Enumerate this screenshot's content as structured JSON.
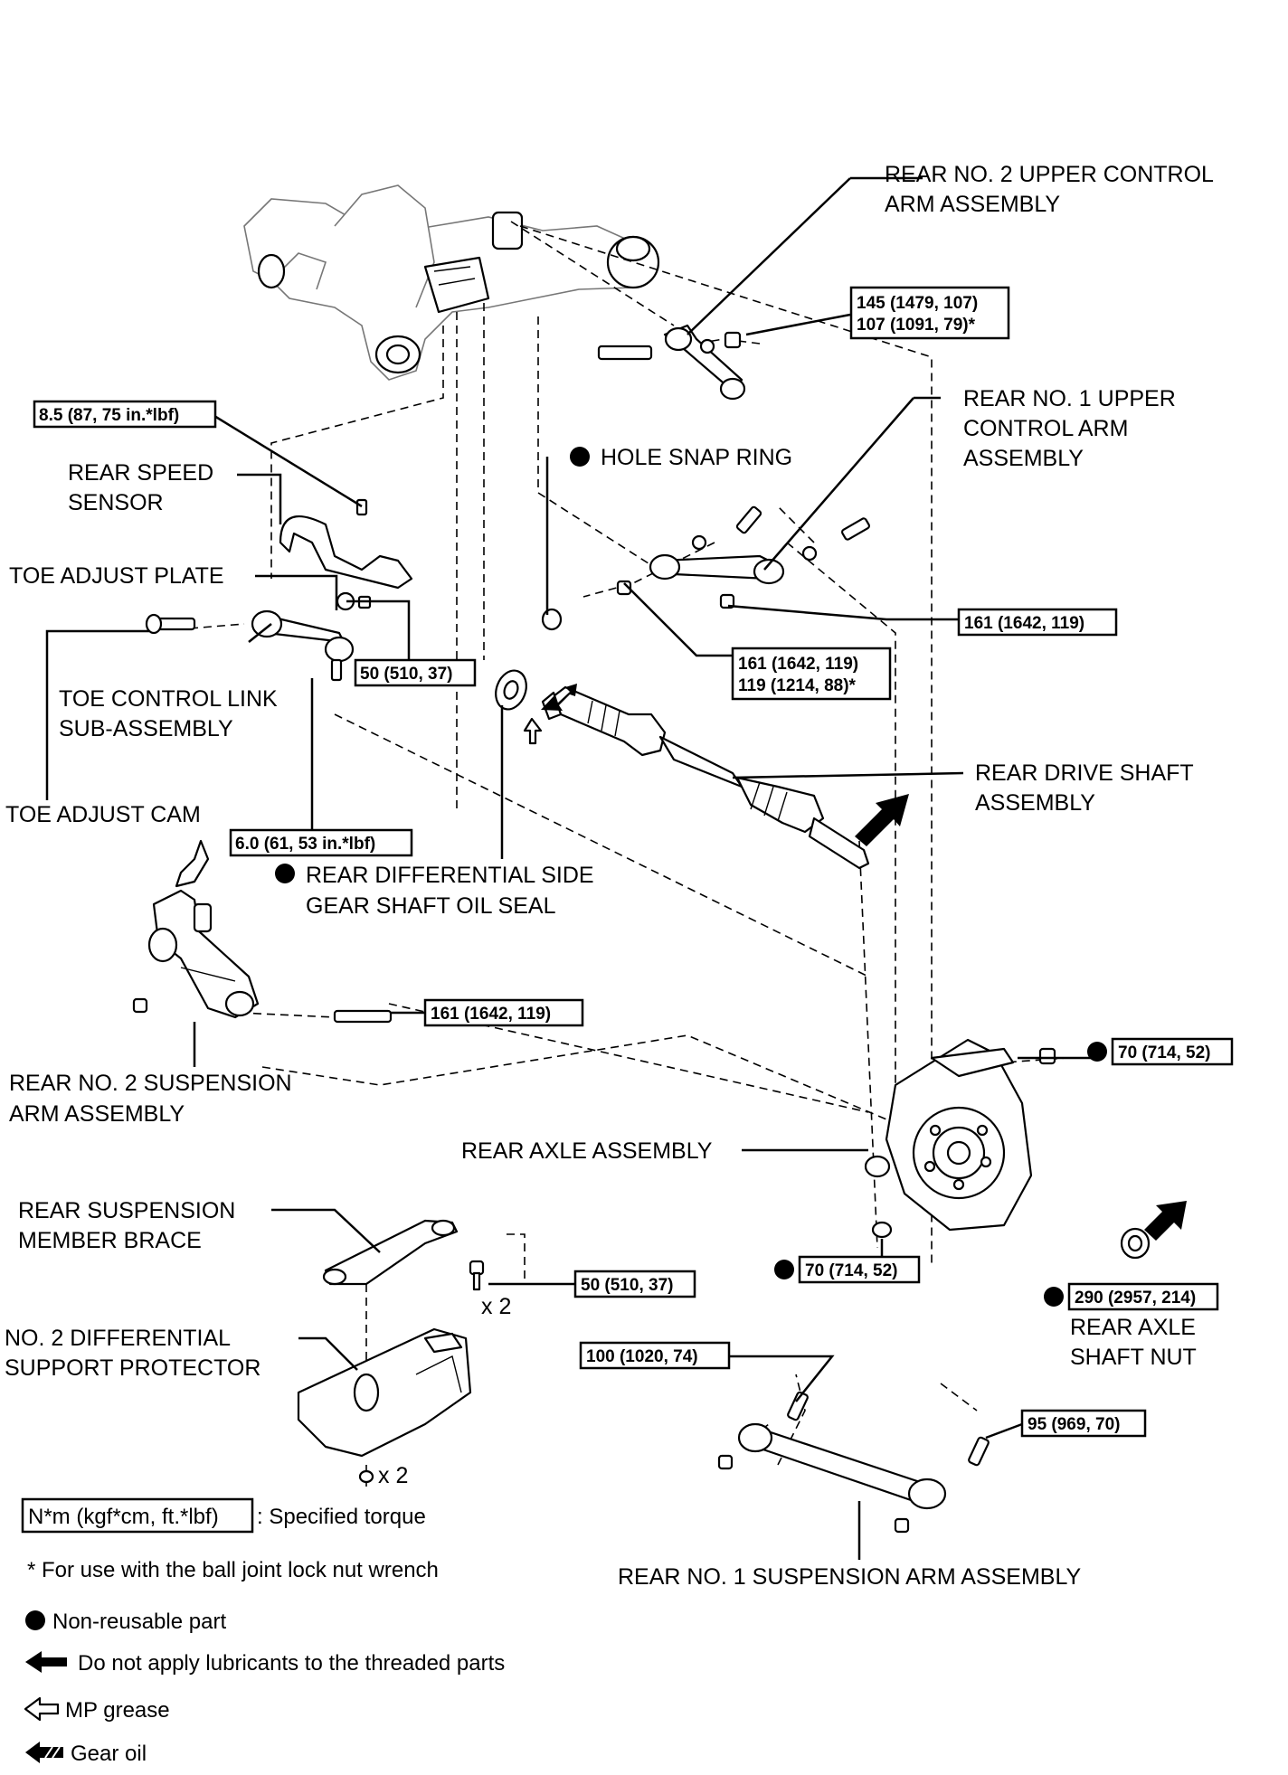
{
  "labels": {
    "upper_arm_2": [
      "REAR NO. 2 UPPER CONTROL",
      "ARM ASSEMBLY"
    ],
    "upper_arm_1": [
      "REAR NO. 1 UPPER",
      "CONTROL ARM",
      "ASSEMBLY"
    ],
    "hole_snap_ring": "HOLE SNAP RING",
    "speed_sensor": [
      "REAR SPEED",
      "SENSOR"
    ],
    "toe_plate": "TOE ADJUST PLATE",
    "toe_link": [
      "TOE CONTROL LINK",
      "SUB-ASSEMBLY"
    ],
    "toe_cam": "TOE ADJUST CAM",
    "oil_seal": [
      "REAR DIFFERENTIAL SIDE",
      "GEAR SHAFT OIL SEAL"
    ],
    "drive_shaft": [
      "REAR DRIVE SHAFT",
      "ASSEMBLY"
    ],
    "susp_arm_2": [
      "REAR NO. 2 SUSPENSION",
      "ARM ASSEMBLY"
    ],
    "axle_assembly": "REAR AXLE ASSEMBLY",
    "member_brace": [
      "REAR SUSPENSION",
      "MEMBER BRACE"
    ],
    "diff_protector": [
      "NO. 2 DIFFERENTIAL",
      "SUPPORT PROTECTOR"
    ],
    "axle_nut": [
      "REAR AXLE",
      "SHAFT NUT"
    ],
    "susp_arm_1": "REAR NO. 1 SUSPENSION ARM ASSEMBLY",
    "x2_brace": "x 2",
    "x2_protector": "x 2"
  },
  "torques": {
    "t145": [
      "145 (1479, 107)",
      "107 (1091, 79)*"
    ],
    "t85": "8.5 (87, 75 in.*lbf)",
    "t161a": "161 (1642, 119)",
    "t161b": [
      "161 (1642, 119)",
      "119 (1214, 88)*"
    ],
    "t50a": "50 (510, 37)",
    "t60": "6.0 (61, 53 in.*lbf)",
    "t161c": "161 (1642, 119)",
    "t70a": "70 (714, 52)",
    "t70b": "70 (714, 52)",
    "t50b": "50 (510, 37)",
    "t290": "290 (2957, 214)",
    "t100": "100 (1020, 74)",
    "t95": "95 (969, 70)"
  },
  "legend": {
    "torque_box": "N*m (kgf*cm, ft.*lbf)",
    "torque_text": ": Specified torque",
    "ball_joint": "* For use with the ball joint lock nut wrench",
    "non_reusable": "Non-reusable part",
    "no_lube": "Do not apply lubricants to the threaded parts",
    "mp_grease": "MP grease",
    "gear_oil": "Gear oil"
  },
  "colors": {
    "ink": "#000000",
    "paper": "#ffffff"
  },
  "icons": [
    "non-reusable-dot-icon",
    "no-lubricant-arrow-icon",
    "mp-grease-arrow-icon",
    "gear-oil-arrow-icon"
  ]
}
